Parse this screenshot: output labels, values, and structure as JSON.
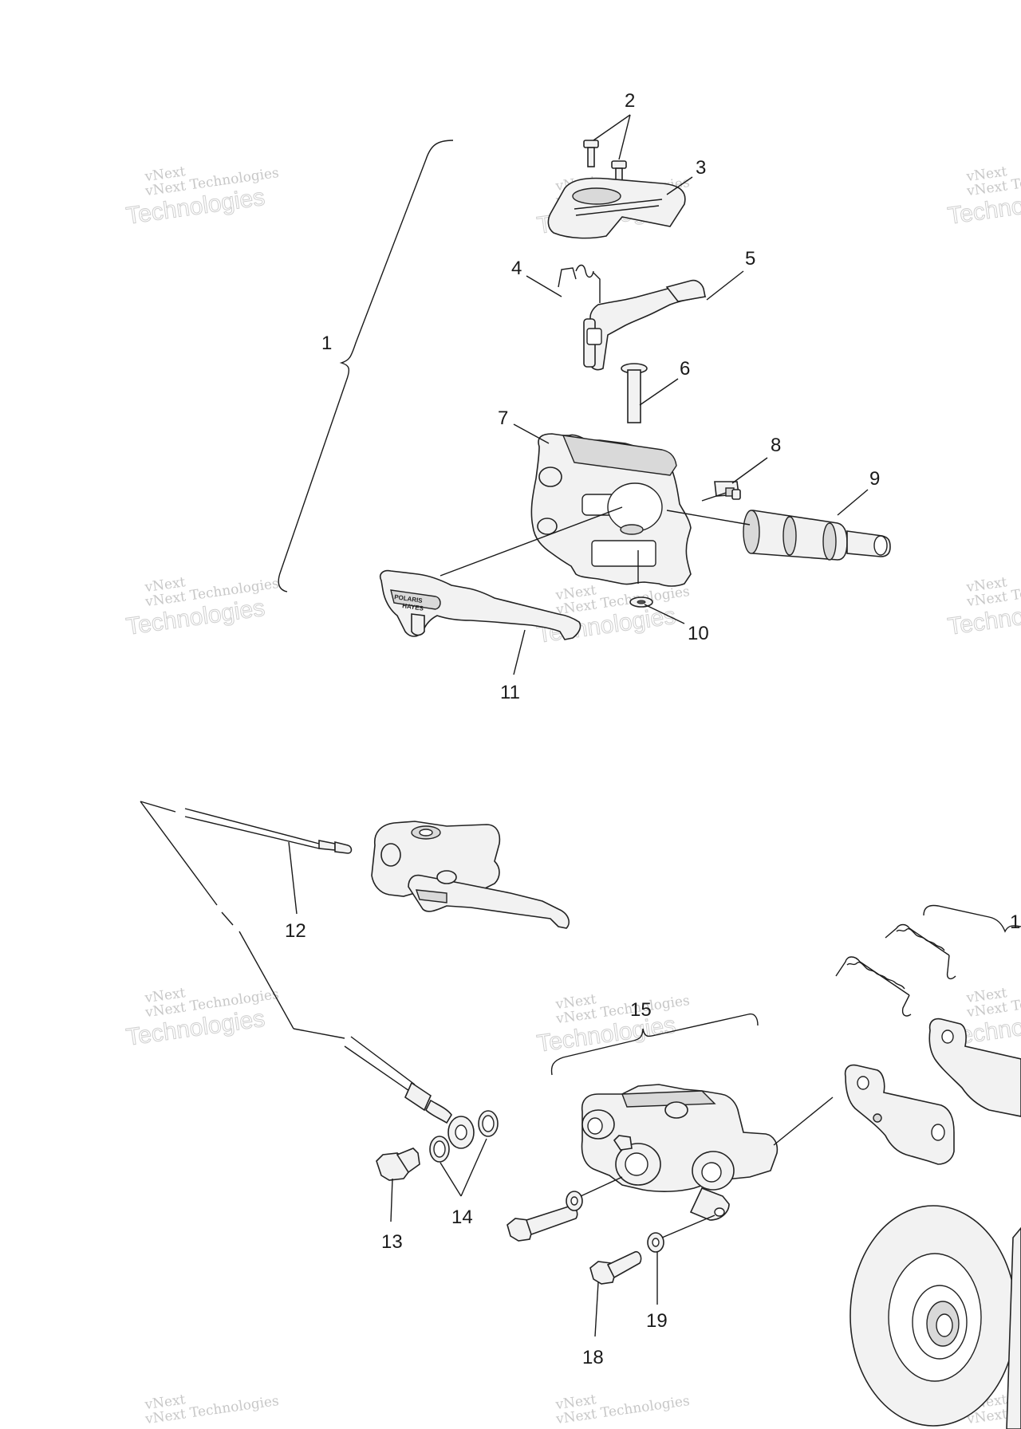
{
  "callouts": [
    "1",
    "2",
    "3",
    "4",
    "5",
    "6",
    "7",
    "8",
    "9",
    "10",
    "11",
    "12",
    "13",
    "14",
    "15",
    "18",
    "19",
    "1"
  ],
  "watermark": {
    "line1": "vNext Technologies",
    "line2": "Technologies",
    "line3": "vNext"
  },
  "lever_logo": {
    "line1": "POLARIS",
    "line2": "HAYES"
  }
}
